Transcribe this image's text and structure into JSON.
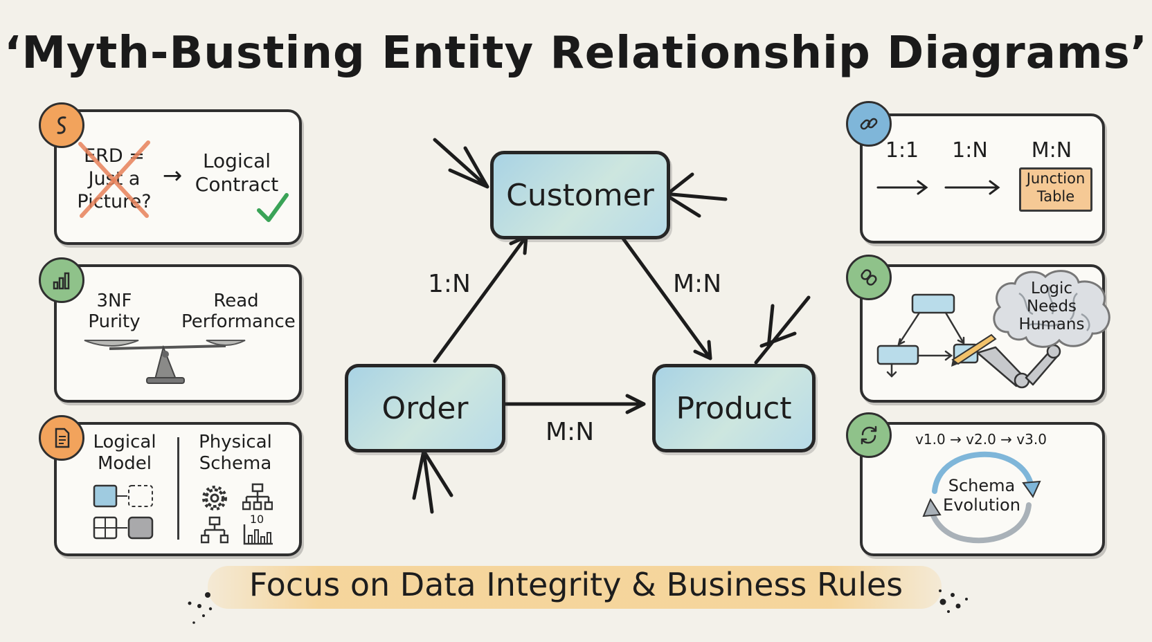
{
  "title": "‘Myth-Busting Entity Relationship Diagrams’",
  "footer": "Focus on Data Integrity & Business Rules",
  "colors": {
    "orange_badge": "#f2a35c",
    "green_badge": "#8fc28a",
    "blue_badge": "#7fb6d9",
    "entity_fill": "#b3d9e6",
    "cross_red": "#e8825a",
    "check_green": "#3aa357",
    "junction_fill": "#f5c995",
    "footer_highlight": "#f6cc82"
  },
  "left_panels": {
    "myth": {
      "icon": "snake-s-icon",
      "myth_text": [
        "ERD =",
        "Just a",
        "Picture?"
      ],
      "arrow": "→",
      "truth_text": [
        "Logical",
        "Contract"
      ],
      "check_icon": "check-icon"
    },
    "tradeoff": {
      "icon": "bar-chart-icon",
      "left_label": [
        "3NF",
        "Purity"
      ],
      "right_label": [
        "Read",
        "Performance"
      ],
      "scale_icon": "balance-scale-icon"
    },
    "model_vs_schema": {
      "icon": "document-icon",
      "left_title": [
        "Logical",
        "Model"
      ],
      "right_title": [
        "Physical",
        "Schema"
      ],
      "chart_label": "10"
    }
  },
  "center_diagram": {
    "entities": {
      "customer": "Customer",
      "order": "Order",
      "product": "Product"
    },
    "relations": {
      "order_customer": "1:N",
      "customer_product": "M:N",
      "order_product": "M:N"
    }
  },
  "right_panels": {
    "cardinality": {
      "icon": "link-icon",
      "labels": [
        "1:1",
        "1:N",
        "M:N"
      ],
      "junction": [
        "Junction",
        "Table"
      ]
    },
    "humans": {
      "icon": "chain-link-icon",
      "brain_text": [
        "Logic",
        "Needs",
        "Humans"
      ]
    },
    "evolution": {
      "icon": "refresh-icon",
      "versions": "v1.0 → v2.0 → v3.0",
      "cycle_text": [
        "Schema",
        "Evolution"
      ]
    }
  }
}
